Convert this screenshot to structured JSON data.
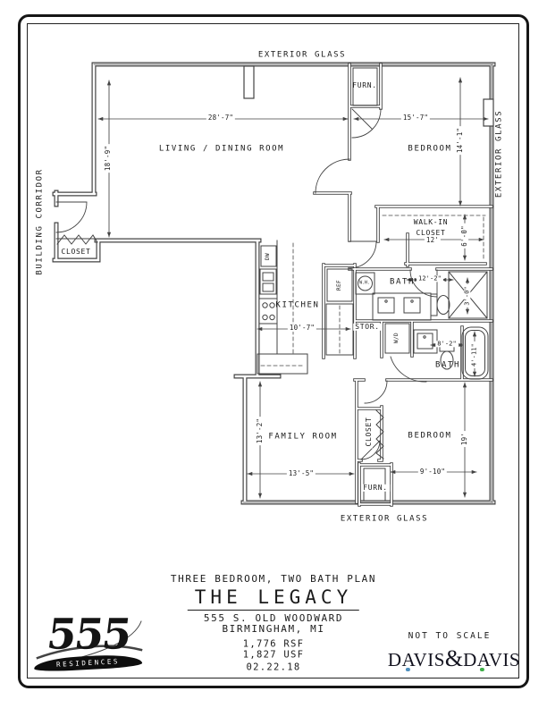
{
  "plan": {
    "labels": {
      "exterior_glass_top": "EXTERIOR GLASS",
      "exterior_glass_right": "EXTERIOR GLASS",
      "exterior_glass_bottom": "EXTERIOR GLASS",
      "building_corridor": "BUILDING CORRIDOR",
      "living_dining": "LIVING / DINING ROOM",
      "bedroom_top": "BEDROOM",
      "bedroom_bottom": "BEDROOM",
      "family_room": "FAMILY ROOM",
      "kitchen": "KITCHEN",
      "bath_main": "BATH",
      "bath_second": "BATH",
      "walk_in_line1": "WALK-IN",
      "walk_in_line2": "CLOSET",
      "closet_entry": "CLOSET",
      "closet_bedroom": "CLOSET",
      "storage": "STOR.",
      "furnace_top": "FURN.",
      "furnace_bottom": "FURN.",
      "dishwasher": "DW",
      "refrigerator": "REF",
      "washer_dryer": "W/D",
      "water_heater": "W.H."
    },
    "dimensions": {
      "living_width": "28'-7\"",
      "bedroom_top_width": "15'-7\"",
      "living_height": "18'-9\"",
      "bedroom_top_height": "14'-1\"",
      "walk_in_width": "12'",
      "walk_in_depth": "6'-0\"",
      "bath_main_width": "12'-2\"",
      "kitchen_width": "10'-7\"",
      "bath_second_width": "8'-2\"",
      "shower": "3'-0\"",
      "tub": "4'-11\"",
      "family_height": "13'-2\"",
      "family_width": "13'-5\"",
      "bedroom_bottom_width": "9'-10\"",
      "bedroom_bottom_height": "19'"
    }
  },
  "footer": {
    "plan_type": "THREE BEDROOM, TWO BATH PLAN",
    "title": "THE LEGACY",
    "address_line1": "555 S. OLD WOODWARD",
    "address_line2": "BIRMINGHAM, MI",
    "area_rsf": "1,776 RSF",
    "area_usf": "1,827 USF",
    "date": "02.22.18",
    "not_to_scale": "NOT TO SCALE"
  },
  "branding": {
    "residences_number": "555",
    "residences_label": "RESIDENCES",
    "firm_name_left": "DAVIS",
    "firm_ampersand": "&",
    "firm_name_right": "DAVIS",
    "accent_blue": "#4e8fbe",
    "accent_green": "#3fae49"
  }
}
